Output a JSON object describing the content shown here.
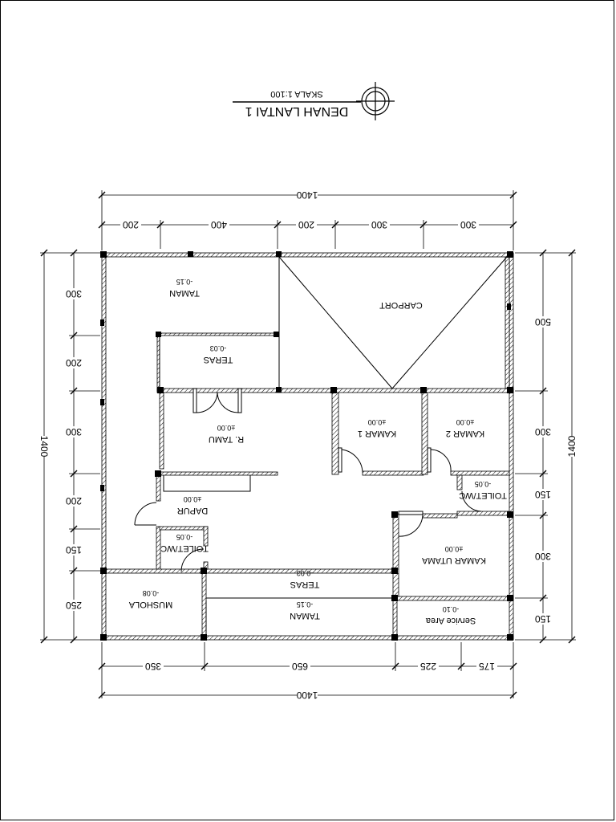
{
  "title": {
    "name": "DENAH LANTAI 1",
    "scale": "SKALA 1:100"
  },
  "dimensions": {
    "top_total": "1400",
    "top_segments": [
      "200",
      "400",
      "200",
      "300",
      "300"
    ],
    "bottom_total": "1400",
    "bottom_segments": [
      "350",
      "650",
      "225",
      "175"
    ],
    "left_total": "1400",
    "left_segments": [
      "300",
      "200",
      "300",
      "200",
      "150",
      "250"
    ],
    "right_total": "1400",
    "right_segments": [
      "500",
      "300",
      "150",
      "300",
      "150"
    ]
  },
  "rooms": {
    "taman_top": {
      "name": "TAMAN",
      "level": "-0.15"
    },
    "teras_top": {
      "name": "TERAS",
      "level": "-0.03"
    },
    "carport": {
      "name": "CARPORT"
    },
    "r_tamu": {
      "name": "R. TAMU",
      "level": "±0.00"
    },
    "kamar_1": {
      "name": "KAMAR 1",
      "level": "±0.00"
    },
    "kamar_2": {
      "name": "KAMAR 2",
      "level": "±0.00"
    },
    "dapur": {
      "name": "DAPUR",
      "level": "±0.00"
    },
    "toilet_right": {
      "name": "TOILET/WC",
      "level": "-0.05"
    },
    "toilet_left": {
      "name": "TOILET/WC",
      "level": "-0.05"
    },
    "kamar_utama": {
      "name": "KAMAR UTAMA",
      "level": "±0.00"
    },
    "teras_bottom": {
      "name": "TERAS",
      "level": "-0.03"
    },
    "taman_bottom": {
      "name": "TAMAN",
      "level": "-0.15"
    },
    "mushola": {
      "name": "MUSHOLA",
      "level": "-0.08"
    },
    "service_area": {
      "name": "Service Area",
      "level": "-0.10"
    }
  }
}
